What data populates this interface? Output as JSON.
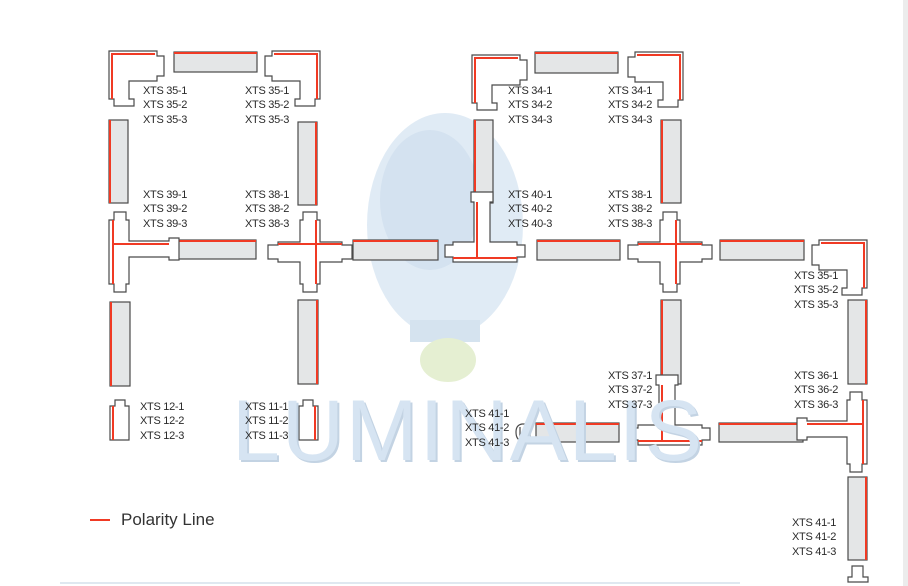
{
  "watermark": {
    "brand": "LUMINALIS"
  },
  "colors": {
    "polarity": "#f03a24",
    "track_fill": "#e4e6e7",
    "outline": "#4a4a4a"
  },
  "labels": [
    {
      "lines": [
        "XTS 35-1",
        "XTS 35-2",
        "XTS 35-3"
      ]
    },
    {
      "lines": [
        "XTS 35-1",
        "XTS 35-2",
        "XTS 35-3"
      ]
    },
    {
      "lines": [
        "XTS 39-1",
        "XTS 39-2",
        "XTS 39-3"
      ]
    },
    {
      "lines": [
        "XTS 38-1",
        "XTS 38-2",
        "XTS 38-3"
      ]
    },
    {
      "lines": [
        "XTS 34-1",
        "XTS 34-2",
        "XTS 34-3"
      ]
    },
    {
      "lines": [
        "XTS 34-1",
        "XTS 34-2",
        "XTS 34-3"
      ]
    },
    {
      "lines": [
        "XTS 40-1",
        "XTS 40-2",
        "XTS 40-3"
      ]
    },
    {
      "lines": [
        "XTS 38-1",
        "XTS 38-2",
        "XTS 38-3"
      ]
    },
    {
      "lines": [
        "XTS 35-1",
        "XTS 35-2",
        "XTS 35-3"
      ]
    },
    {
      "lines": [
        "XTS 37-1",
        "XTS 37-2",
        "XTS 37-3"
      ]
    },
    {
      "lines": [
        "XTS 36-1",
        "XTS 36-2",
        "XTS 36-3"
      ]
    },
    {
      "lines": [
        "XTS 12-1",
        "XTS 12-2",
        "XTS 12-3"
      ]
    },
    {
      "lines": [
        "XTS 11-1",
        "XTS 11-2",
        "XTS 11-3"
      ]
    },
    {
      "lines": [
        "XTS 41-1",
        "XTS 41-2",
        "XTS 41-3"
      ]
    },
    {
      "lines": [
        "XTS 41-1",
        "XTS 41-2",
        "XTS 41-3"
      ]
    }
  ],
  "legend": {
    "label": "Polarity Line"
  }
}
